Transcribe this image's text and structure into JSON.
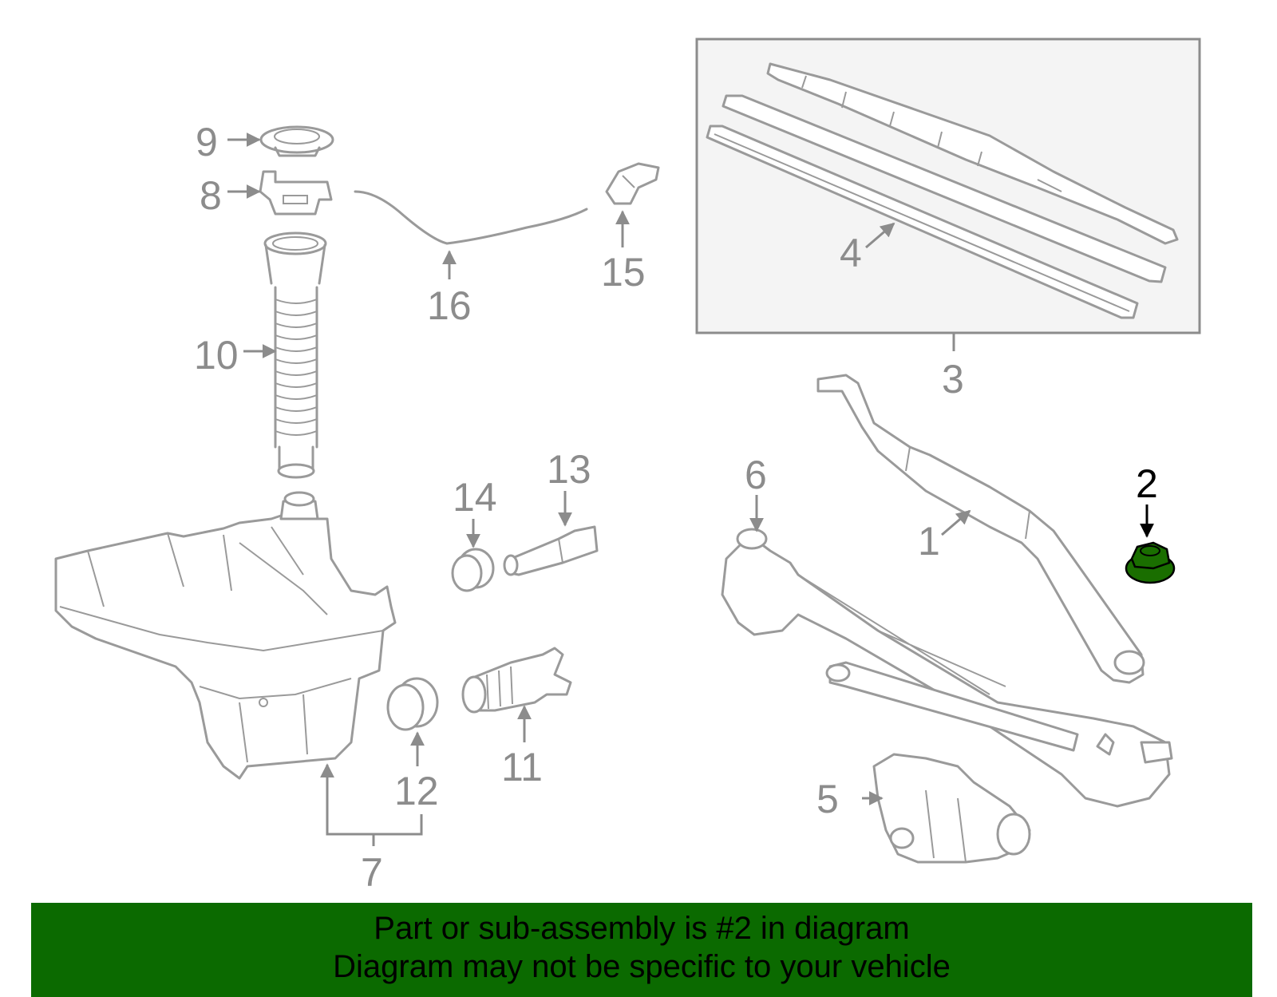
{
  "diagram": {
    "labels": {
      "p1": "1",
      "p2": "2",
      "p3": "3",
      "p4": "4",
      "p5": "5",
      "p6": "6",
      "p7": "7",
      "p8": "8",
      "p9": "9",
      "p10": "10",
      "p11": "11",
      "p12": "12",
      "p13": "13",
      "p14": "14",
      "p15": "15",
      "p16": "16"
    },
    "highlight_part": "2",
    "colors": {
      "part_gray": "#9a9a9a",
      "highlight": "#1a6e00",
      "banner": "#0b6a00"
    }
  },
  "banner": {
    "line1": "Part or sub-assembly is #2 in diagram",
    "line2": "Diagram may not be specific to your vehicle"
  }
}
